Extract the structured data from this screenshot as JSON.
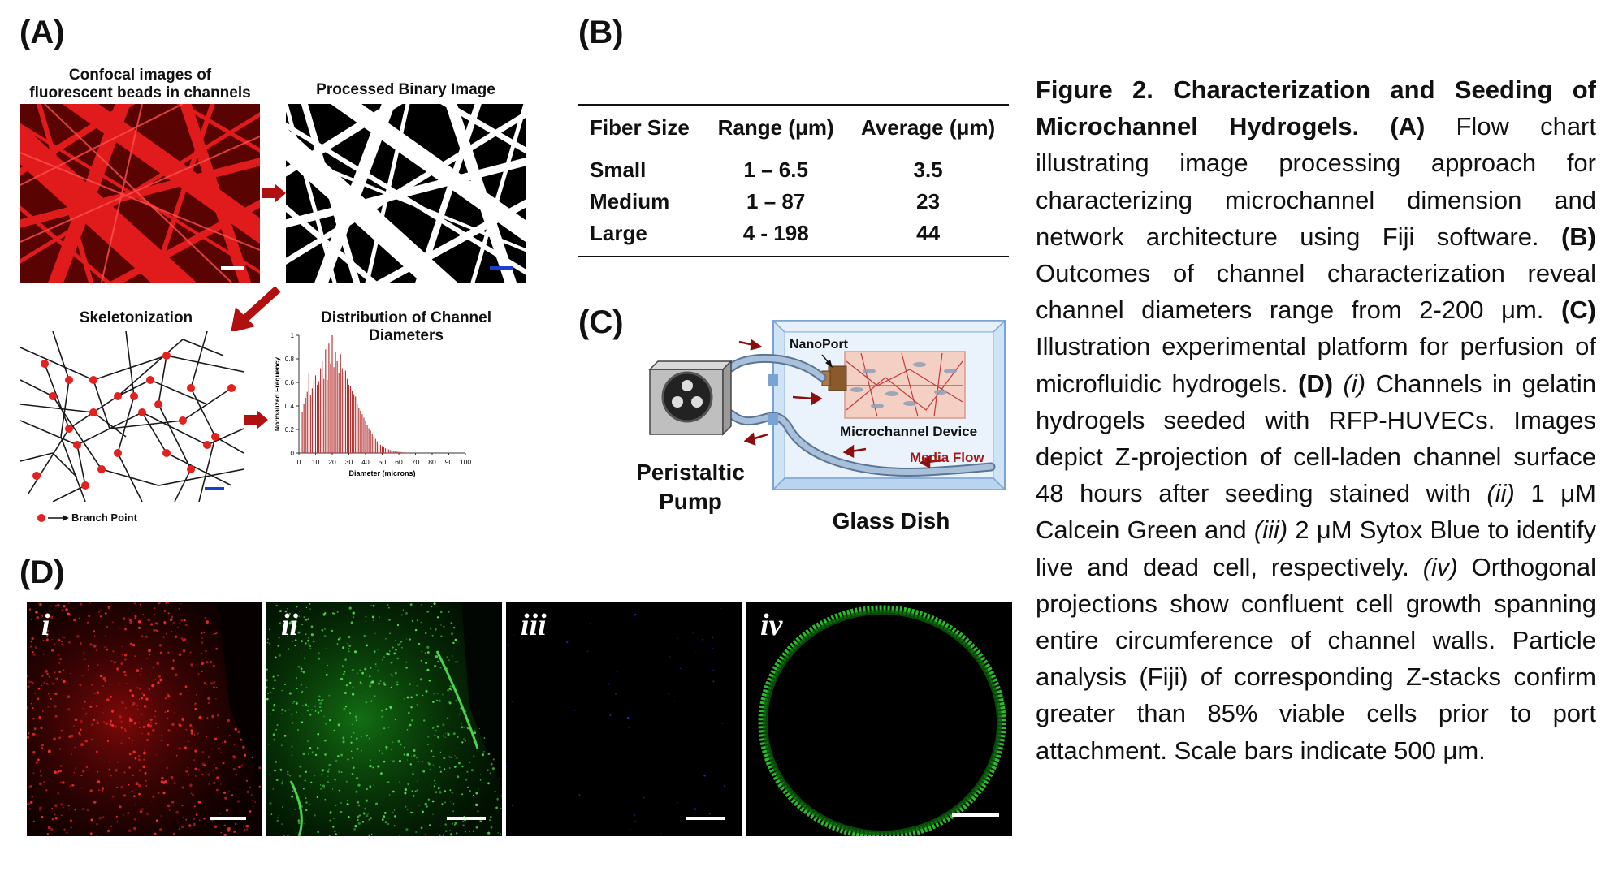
{
  "panel_a": {
    "label": "(A)",
    "confocal_title_1": "Confocal images of",
    "confocal_title_2": "fluorescent beads in channels",
    "binary_title": "Processed Binary Image",
    "skeleton_title": "Skeletonization",
    "hist_title": "Distribution of Channel Diameters",
    "branch_legend": "Branch Point",
    "colors": {
      "confocal": "#d41515",
      "scale_blue": "#1a3fd0",
      "arrow": "#b01010",
      "branch": "#e3211f"
    }
  },
  "chart_data": {
    "type": "bar",
    "title": "Distribution of Channel Diameters",
    "xlabel": "Diameter (microns)",
    "ylabel": "Normalized Frequency",
    "xlim": [
      0,
      100
    ],
    "ylim": [
      0,
      1
    ],
    "xticks": [
      "0",
      "10",
      "20",
      "30",
      "40",
      "50",
      "60",
      "70",
      "80",
      "90",
      "100"
    ],
    "yticks": [
      "0",
      "0.2",
      "0.4",
      "0.6",
      "0.8",
      "1"
    ],
    "grid": false,
    "x": [
      2,
      3,
      4,
      5,
      6,
      7,
      8,
      9,
      10,
      11,
      12,
      13,
      14,
      15,
      16,
      17,
      18,
      19,
      20,
      21,
      22,
      23,
      24,
      25,
      26,
      27,
      28,
      29,
      30,
      31,
      32,
      33,
      34,
      35,
      36,
      37,
      38,
      39,
      40,
      41,
      42,
      43,
      44,
      45,
      46,
      47,
      48,
      49,
      50,
      51,
      52,
      53,
      54,
      55,
      56,
      57,
      58,
      59,
      60,
      61,
      62,
      63,
      64,
      65
    ],
    "values": [
      0.35,
      0.42,
      0.47,
      0.52,
      0.68,
      0.49,
      0.55,
      0.62,
      0.66,
      0.58,
      0.61,
      0.72,
      0.78,
      0.63,
      0.88,
      0.62,
      0.93,
      0.76,
      1.0,
      0.73,
      0.86,
      0.78,
      0.68,
      0.84,
      0.72,
      0.69,
      0.7,
      0.63,
      0.58,
      0.57,
      0.53,
      0.5,
      0.48,
      0.42,
      0.38,
      0.36,
      0.33,
      0.3,
      0.27,
      0.24,
      0.21,
      0.19,
      0.16,
      0.14,
      0.12,
      0.1,
      0.08,
      0.07,
      0.06,
      0.05,
      0.04,
      0.035,
      0.03,
      0.025,
      0.02,
      0.018,
      0.015,
      0.012,
      0.01,
      0.008,
      0.006,
      0.005,
      0.004,
      0.003
    ],
    "color": "#b23030"
  },
  "panel_b": {
    "label": "(B)",
    "headers": [
      "Fiber Size",
      "Range (μm)",
      "Average (μm)"
    ],
    "rows": [
      [
        "Small",
        "1 – 6.5",
        "3.5"
      ],
      [
        "Medium",
        "1 – 87",
        "23"
      ],
      [
        "Large",
        "4 - 198",
        "44"
      ]
    ]
  },
  "panel_c": {
    "label": "(C)",
    "nanoport": "NanoPort",
    "device": "Microchannel Device",
    "media_flow": "Media Flow",
    "pump_1": "Peristaltic",
    "pump_2": "Pump",
    "dish": "Glass Dish",
    "colors": {
      "dish": "#cfe3f7",
      "dish_edge": "#7aa3d4",
      "tube": "#8ea9c8",
      "device": "#f3cfc4",
      "media_flow": "#a01818"
    }
  },
  "panel_d": {
    "label": "(D)",
    "images": [
      {
        "numeral": "i",
        "color": "red"
      },
      {
        "numeral": "ii",
        "color": "green"
      },
      {
        "numeral": "iii",
        "color": "blue"
      },
      {
        "numeral": "iv",
        "color": "green-ring"
      }
    ]
  },
  "caption": {
    "title": "Figure 2. Characterization and Seeding of Microchannel Hydrogels.",
    "a_tag": "(A)",
    "a_text": " Flow chart illustrating image processing approach for characterizing microchannel dimension and network architecture using Fiji software. ",
    "b_tag": "(B)",
    "b_text": " Outcomes of channel characterization reveal channel diameters range from 2-200 μm. ",
    "c_tag": "(C)",
    "c_text": " Illustration experimental platform for perfusion of microfluidic hydrogels. ",
    "d_tag": "(D)",
    "d_i": " (i) ",
    "d_text_1": "Channels in gelatin hydrogels seeded with RFP-HUVECs. Images depict Z-projection of cell-laden channel surface 48 hours after seeding stained with ",
    "d_ii": " (ii) ",
    "d_text_2": "1 μM Calcein Green and ",
    "d_iii": "(iii) ",
    "d_text_3": "2 μM Sytox Blue to identify live and dead cell, respectively. ",
    "d_iv": " (iv) ",
    "d_text_4": "Orthogonal projections show confluent cell growth spanning entire circumference of channel walls. Particle analysis (Fiji) of corresponding Z-stacks confirm greater than 85% viable cells prior to port attachment. Scale bars indicate 500 μm."
  }
}
